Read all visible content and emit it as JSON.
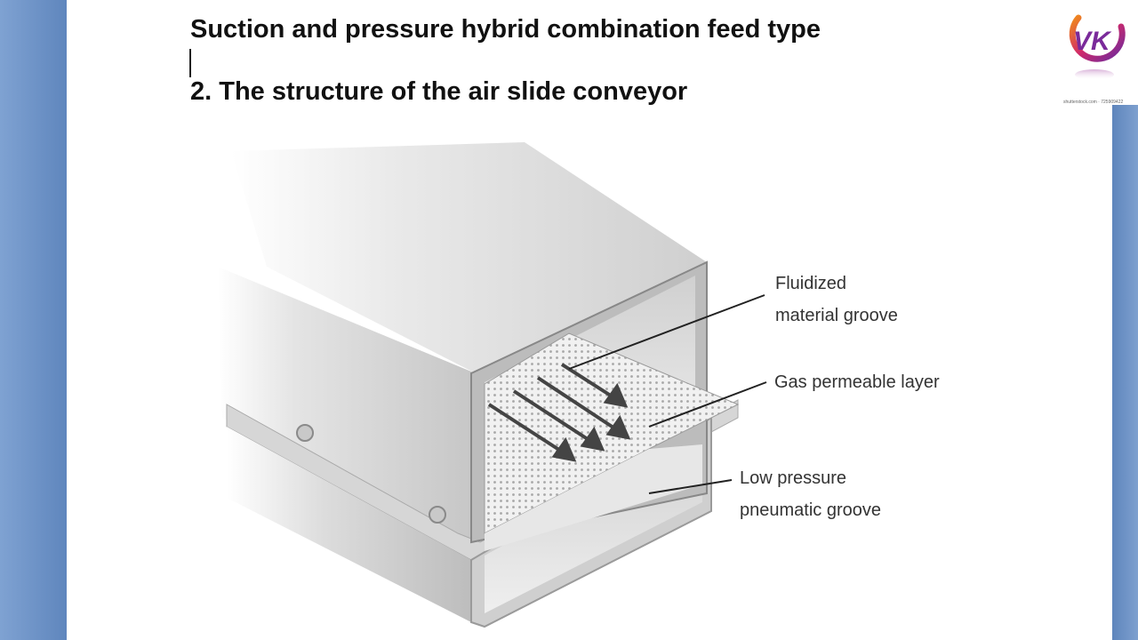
{
  "slide": {
    "title_line1": "Suction and pressure hybrid combination feed type",
    "title_line2": "2. The structure of the air slide conveyor"
  },
  "logo": {
    "text": "VK",
    "credit": "shutterstock.com · 725909422"
  },
  "diagram": {
    "labels": [
      {
        "line1": "Fluidized",
        "line2": "material groove"
      },
      {
        "line1": "Gas permeable layer"
      },
      {
        "line1": "Low pressure",
        "line2": "pneumatic groove"
      }
    ],
    "arrow_count": 4
  },
  "colors": {
    "background_blue": "#6d8fc0",
    "slide_white": "#ffffff",
    "metal_light": "#e6e6e6",
    "metal_dark": "#a8a8a8",
    "arrow": "#444444",
    "logo_magenta": "#c0207a",
    "logo_purple": "#6a2aa0",
    "logo_orange": "#f08a1c"
  }
}
